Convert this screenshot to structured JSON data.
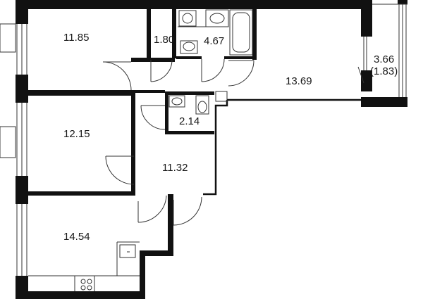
{
  "colors": {
    "wall": "#111111",
    "line": "#333333",
    "background": "#ffffff"
  },
  "rooms": [
    {
      "id": "bedroom-top",
      "area": "11.85"
    },
    {
      "id": "wardrobe",
      "area": "1.80"
    },
    {
      "id": "bathroom",
      "area": "4.67"
    },
    {
      "id": "living-room",
      "area": "13.69"
    },
    {
      "id": "balcony",
      "area": "3.66",
      "area_reduced": "(1.83)"
    },
    {
      "id": "toilet",
      "area": "2.14"
    },
    {
      "id": "bedroom-middle",
      "area": "12.15"
    },
    {
      "id": "hallway",
      "area": "11.32"
    },
    {
      "id": "kitchen",
      "area": "14.54"
    }
  ]
}
